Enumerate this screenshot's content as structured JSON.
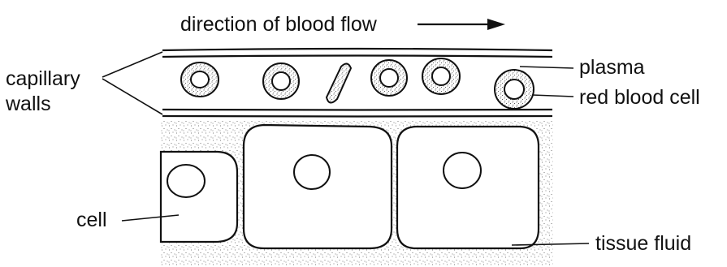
{
  "labels": {
    "direction": "direction of blood flow",
    "capillary_line1": "capillary",
    "capillary_line2": "walls",
    "plasma": "plasma",
    "red_blood_cell": "red blood cell",
    "cell": "cell",
    "tissue_fluid": "tissue fluid"
  },
  "colors": {
    "ink": "#111111",
    "cell_fill": "#ffffff",
    "stipple": "#555555"
  },
  "icons": {
    "flow_arrow": "arrow-right-icon"
  }
}
